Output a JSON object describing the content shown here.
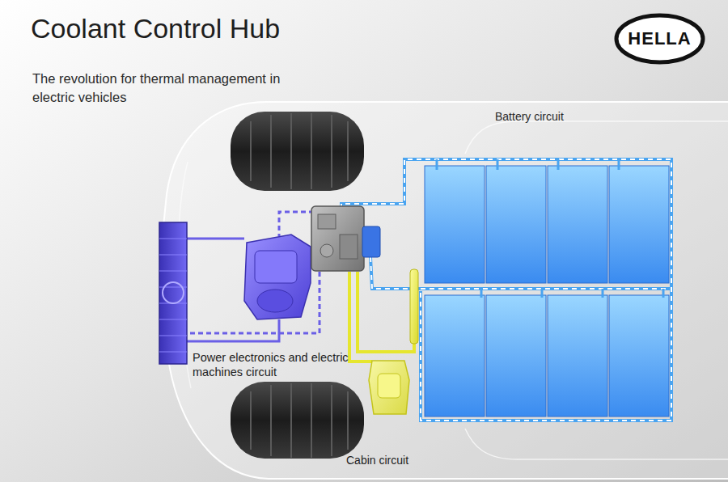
{
  "diagram": {
    "title": "Coolant Control Hub",
    "nodes": [
      {
        "text": [
          "HELLA"
        ]
      }
    ],
    "labels": [
      "The revolution for thermal management in electric vehicles",
      "Battery circuit",
      "Power electronics and electric machines circuit",
      "Cabin circuit"
    ]
  }
}
